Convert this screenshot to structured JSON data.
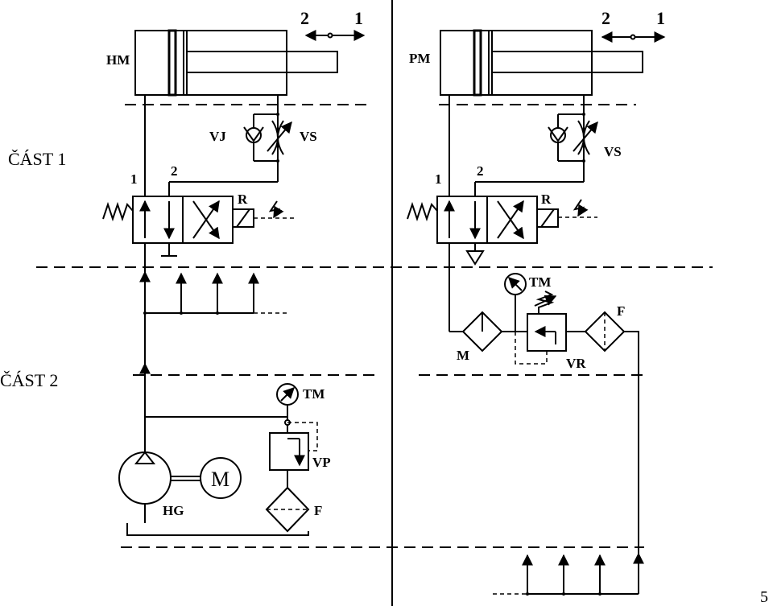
{
  "labels": {
    "hm": "HM",
    "pm": "PM",
    "vj": "VJ",
    "vs_left": "VS",
    "vs_right": "VS",
    "r_left": "R",
    "r_right": "R",
    "part1": "ČÁST 1",
    "part2": "ČÁST 2",
    "tm_left": "TM",
    "tm_right": "TM",
    "vp": "VP",
    "f_left": "F",
    "f_right": "F",
    "hg": "HG",
    "motor": "M",
    "m_right": "M",
    "vr": "VR",
    "page_number": "5"
  },
  "ports": {
    "left_cyl_2": "2",
    "left_cyl_1": "1",
    "right_cyl_2": "2",
    "right_cyl_1": "1",
    "left_valve_1": "1",
    "left_valve_2": "2",
    "right_valve_1": "1",
    "right_valve_2": "2"
  }
}
